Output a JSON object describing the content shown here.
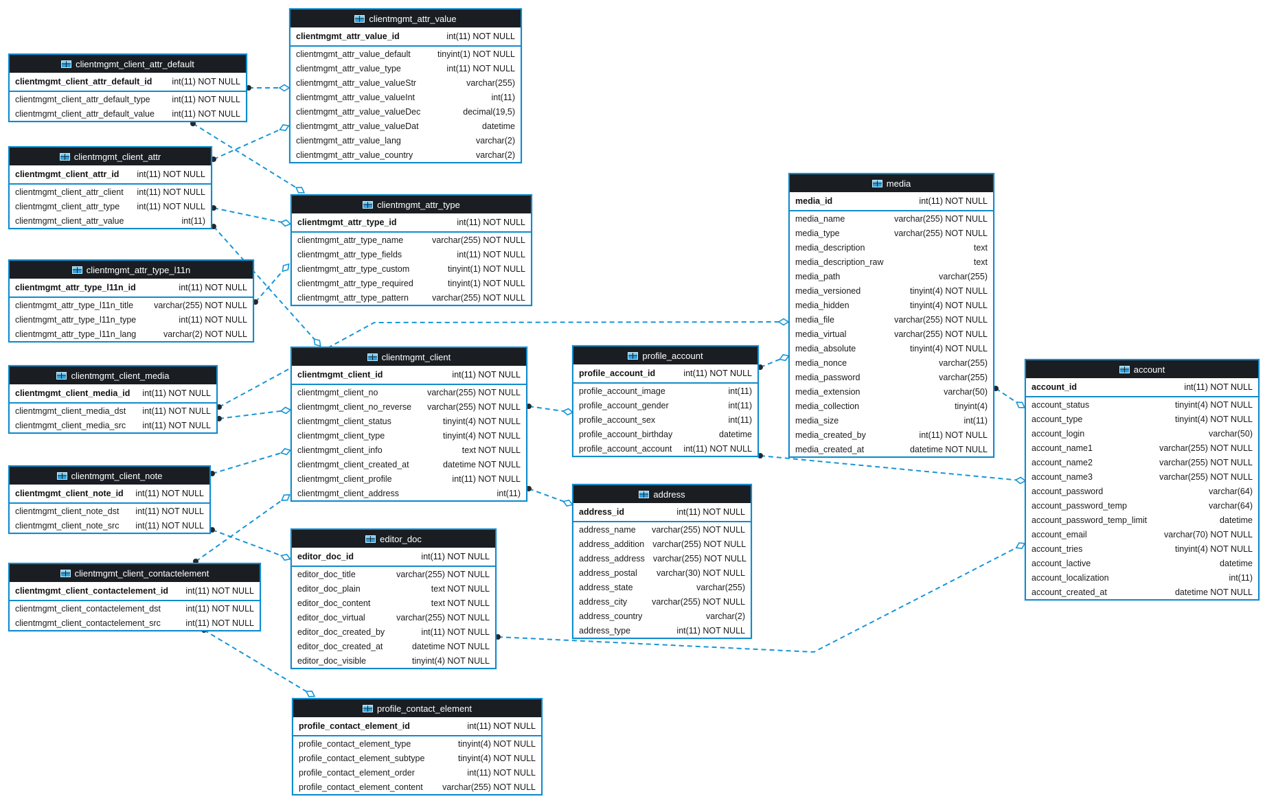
{
  "colors": {
    "accent": "#0f8bcd",
    "header_bg": "#1a1e23",
    "relation_line": "#1495d8",
    "relation_dot": "#24282c",
    "row_bg": "#ffffff"
  },
  "diagram": {
    "tables": [
      {
        "name": "clientmgmt_attr_value",
        "primary_key": {
          "name": "clientmgmt_attr_value_id",
          "type": "int(11) NOT NULL"
        },
        "columns": [
          {
            "name": "clientmgmt_attr_value_default",
            "type": "tinyint(1) NOT NULL"
          },
          {
            "name": "clientmgmt_attr_value_type",
            "type": "int(11) NOT NULL"
          },
          {
            "name": "clientmgmt_attr_value_valueStr",
            "type": "varchar(255)"
          },
          {
            "name": "clientmgmt_attr_value_valueInt",
            "type": "int(11)"
          },
          {
            "name": "clientmgmt_attr_value_valueDec",
            "type": "decimal(19,5)"
          },
          {
            "name": "clientmgmt_attr_value_valueDat",
            "type": "datetime"
          },
          {
            "name": "clientmgmt_attr_value_lang",
            "type": "varchar(2)"
          },
          {
            "name": "clientmgmt_attr_value_country",
            "type": "varchar(2)"
          }
        ]
      },
      {
        "name": "clientmgmt_client_attr_default",
        "primary_key": {
          "name": "clientmgmt_client_attr_default_id",
          "type": "int(11) NOT NULL"
        },
        "columns": [
          {
            "name": "clientmgmt_client_attr_default_type",
            "type": "int(11) NOT NULL"
          },
          {
            "name": "clientmgmt_client_attr_default_value",
            "type": "int(11) NOT NULL"
          }
        ]
      },
      {
        "name": "clientmgmt_client_attr",
        "primary_key": {
          "name": "clientmgmt_client_attr_id",
          "type": "int(11) NOT NULL"
        },
        "columns": [
          {
            "name": "clientmgmt_client_attr_client",
            "type": "int(11) NOT NULL"
          },
          {
            "name": "clientmgmt_client_attr_type",
            "type": "int(11) NOT NULL"
          },
          {
            "name": "clientmgmt_client_attr_value",
            "type": "int(11)"
          }
        ]
      },
      {
        "name": "clientmgmt_attr_type_l11n",
        "primary_key": {
          "name": "clientmgmt_attr_type_l11n_id",
          "type": "int(11) NOT NULL"
        },
        "columns": [
          {
            "name": "clientmgmt_attr_type_l11n_title",
            "type": "varchar(255) NOT NULL"
          },
          {
            "name": "clientmgmt_attr_type_l11n_type",
            "type": "int(11) NOT NULL"
          },
          {
            "name": "clientmgmt_attr_type_l11n_lang",
            "type": "varchar(2) NOT NULL"
          }
        ]
      },
      {
        "name": "clientmgmt_client_media",
        "primary_key": {
          "name": "clientmgmt_client_media_id",
          "type": "int(11) NOT NULL"
        },
        "columns": [
          {
            "name": "clientmgmt_client_media_dst",
            "type": "int(11) NOT NULL"
          },
          {
            "name": "clientmgmt_client_media_src",
            "type": "int(11) NOT NULL"
          }
        ]
      },
      {
        "name": "clientmgmt_client_note",
        "primary_key": {
          "name": "clientmgmt_client_note_id",
          "type": "int(11) NOT NULL"
        },
        "columns": [
          {
            "name": "clientmgmt_client_note_dst",
            "type": "int(11) NOT NULL"
          },
          {
            "name": "clientmgmt_client_note_src",
            "type": "int(11) NOT NULL"
          }
        ]
      },
      {
        "name": "clientmgmt_client_contactelement",
        "primary_key": {
          "name": "clientmgmt_client_contactelement_id",
          "type": "int(11) NOT NULL"
        },
        "columns": [
          {
            "name": "clientmgmt_client_contactelement_dst",
            "type": "int(11) NOT NULL"
          },
          {
            "name": "clientmgmt_client_contactelement_src",
            "type": "int(11) NOT NULL"
          }
        ]
      },
      {
        "name": "clientmgmt_attr_type",
        "primary_key": {
          "name": "clientmgmt_attr_type_id",
          "type": "int(11) NOT NULL"
        },
        "columns": [
          {
            "name": "clientmgmt_attr_type_name",
            "type": "varchar(255) NOT NULL"
          },
          {
            "name": "clientmgmt_attr_type_fields",
            "type": "int(11) NOT NULL"
          },
          {
            "name": "clientmgmt_attr_type_custom",
            "type": "tinyint(1) NOT NULL"
          },
          {
            "name": "clientmgmt_attr_type_required",
            "type": "tinyint(1) NOT NULL"
          },
          {
            "name": "clientmgmt_attr_type_pattern",
            "type": "varchar(255) NOT NULL"
          }
        ]
      },
      {
        "name": "clientmgmt_client",
        "primary_key": {
          "name": "clientmgmt_client_id",
          "type": "int(11) NOT NULL"
        },
        "columns": [
          {
            "name": "clientmgmt_client_no",
            "type": "varchar(255) NOT NULL"
          },
          {
            "name": "clientmgmt_client_no_reverse",
            "type": "varchar(255) NOT NULL"
          },
          {
            "name": "clientmgmt_client_status",
            "type": "tinyint(4) NOT NULL"
          },
          {
            "name": "clientmgmt_client_type",
            "type": "tinyint(4) NOT NULL"
          },
          {
            "name": "clientmgmt_client_info",
            "type": "text NOT NULL"
          },
          {
            "name": "clientmgmt_client_created_at",
            "type": "datetime NOT NULL"
          },
          {
            "name": "clientmgmt_client_profile",
            "type": "int(11) NOT NULL"
          },
          {
            "name": "clientmgmt_client_address",
            "type": "int(11)"
          }
        ]
      },
      {
        "name": "editor_doc",
        "primary_key": {
          "name": "editor_doc_id",
          "type": "int(11) NOT NULL"
        },
        "columns": [
          {
            "name": "editor_doc_title",
            "type": "varchar(255) NOT NULL"
          },
          {
            "name": "editor_doc_plain",
            "type": "text NOT NULL"
          },
          {
            "name": "editor_doc_content",
            "type": "text NOT NULL"
          },
          {
            "name": "editor_doc_virtual",
            "type": "varchar(255) NOT NULL"
          },
          {
            "name": "editor_doc_created_by",
            "type": "int(11) NOT NULL"
          },
          {
            "name": "editor_doc_created_at",
            "type": "datetime NOT NULL"
          },
          {
            "name": "editor_doc_visible",
            "type": "tinyint(4) NOT NULL"
          }
        ]
      },
      {
        "name": "profile_contact_element",
        "primary_key": {
          "name": "profile_contact_element_id",
          "type": "int(11) NOT NULL"
        },
        "columns": [
          {
            "name": "profile_contact_element_type",
            "type": "tinyint(4) NOT NULL"
          },
          {
            "name": "profile_contact_element_subtype",
            "type": "tinyint(4) NOT NULL"
          },
          {
            "name": "profile_contact_element_order",
            "type": "int(11) NOT NULL"
          },
          {
            "name": "profile_contact_element_content",
            "type": "varchar(255) NOT NULL"
          }
        ]
      },
      {
        "name": "profile_account",
        "primary_key": {
          "name": "profile_account_id",
          "type": "int(11) NOT NULL"
        },
        "columns": [
          {
            "name": "profile_account_image",
            "type": "int(11)"
          },
          {
            "name": "profile_account_gender",
            "type": "int(11)"
          },
          {
            "name": "profile_account_sex",
            "type": "int(11)"
          },
          {
            "name": "profile_account_birthday",
            "type": "datetime"
          },
          {
            "name": "profile_account_account",
            "type": "int(11) NOT NULL"
          }
        ]
      },
      {
        "name": "address",
        "primary_key": {
          "name": "address_id",
          "type": "int(11) NOT NULL"
        },
        "columns": [
          {
            "name": "address_name",
            "type": "varchar(255) NOT NULL"
          },
          {
            "name": "address_addition",
            "type": "varchar(255) NOT NULL"
          },
          {
            "name": "address_address",
            "type": "varchar(255) NOT NULL"
          },
          {
            "name": "address_postal",
            "type": "varchar(30) NOT NULL"
          },
          {
            "name": "address_state",
            "type": "varchar(255)"
          },
          {
            "name": "address_city",
            "type": "varchar(255) NOT NULL"
          },
          {
            "name": "address_country",
            "type": "varchar(2)"
          },
          {
            "name": "address_type",
            "type": "int(11) NOT NULL"
          }
        ]
      },
      {
        "name": "media",
        "primary_key": {
          "name": "media_id",
          "type": "int(11) NOT NULL"
        },
        "columns": [
          {
            "name": "media_name",
            "type": "varchar(255) NOT NULL"
          },
          {
            "name": "media_type",
            "type": "varchar(255) NOT NULL"
          },
          {
            "name": "media_description",
            "type": "text"
          },
          {
            "name": "media_description_raw",
            "type": "text"
          },
          {
            "name": "media_path",
            "type": "varchar(255)"
          },
          {
            "name": "media_versioned",
            "type": "tinyint(4) NOT NULL"
          },
          {
            "name": "media_hidden",
            "type": "tinyint(4) NOT NULL"
          },
          {
            "name": "media_file",
            "type": "varchar(255) NOT NULL"
          },
          {
            "name": "media_virtual",
            "type": "varchar(255) NOT NULL"
          },
          {
            "name": "media_absolute",
            "type": "tinyint(4) NOT NULL"
          },
          {
            "name": "media_nonce",
            "type": "varchar(255)"
          },
          {
            "name": "media_password",
            "type": "varchar(255)"
          },
          {
            "name": "media_extension",
            "type": "varchar(50)"
          },
          {
            "name": "media_collection",
            "type": "tinyint(4)"
          },
          {
            "name": "media_size",
            "type": "int(11)"
          },
          {
            "name": "media_created_by",
            "type": "int(11) NOT NULL"
          },
          {
            "name": "media_created_at",
            "type": "datetime NOT NULL"
          }
        ]
      },
      {
        "name": "account",
        "primary_key": {
          "name": "account_id",
          "type": "int(11) NOT NULL"
        },
        "columns": [
          {
            "name": "account_status",
            "type": "tinyint(4) NOT NULL"
          },
          {
            "name": "account_type",
            "type": "tinyint(4) NOT NULL"
          },
          {
            "name": "account_login",
            "type": "varchar(50)"
          },
          {
            "name": "account_name1",
            "type": "varchar(255) NOT NULL"
          },
          {
            "name": "account_name2",
            "type": "varchar(255) NOT NULL"
          },
          {
            "name": "account_name3",
            "type": "varchar(255) NOT NULL"
          },
          {
            "name": "account_password",
            "type": "varchar(64)"
          },
          {
            "name": "account_password_temp",
            "type": "varchar(64)"
          },
          {
            "name": "account_password_temp_limit",
            "type": "datetime"
          },
          {
            "name": "account_email",
            "type": "varchar(70) NOT NULL"
          },
          {
            "name": "account_tries",
            "type": "tinyint(4) NOT NULL"
          },
          {
            "name": "account_lactive",
            "type": "datetime"
          },
          {
            "name": "account_localization",
            "type": "int(11)"
          },
          {
            "name": "account_created_at",
            "type": "datetime NOT NULL"
          }
        ]
      }
    ],
    "relations": [
      {
        "from": "clientmgmt_client_attr_default",
        "from_column": "clientmgmt_client_attr_default_value",
        "to": "clientmgmt_attr_value"
      },
      {
        "from": "clientmgmt_client_attr_default",
        "from_column": "clientmgmt_client_attr_default_type",
        "to": "clientmgmt_attr_type"
      },
      {
        "from": "clientmgmt_client_attr",
        "from_column": "clientmgmt_client_attr_value",
        "to": "clientmgmt_attr_value"
      },
      {
        "from": "clientmgmt_client_attr",
        "from_column": "clientmgmt_client_attr_type",
        "to": "clientmgmt_attr_type"
      },
      {
        "from": "clientmgmt_client_attr",
        "from_column": "clientmgmt_client_attr_client",
        "to": "clientmgmt_client"
      },
      {
        "from": "clientmgmt_attr_type_l11n",
        "from_column": "clientmgmt_attr_type_l11n_type",
        "to": "clientmgmt_attr_type"
      },
      {
        "from": "clientmgmt_client_media",
        "from_column": "clientmgmt_client_media_dst",
        "to": "media"
      },
      {
        "from": "clientmgmt_client_media",
        "from_column": "clientmgmt_client_media_src",
        "to": "clientmgmt_client"
      },
      {
        "from": "clientmgmt_client_note",
        "from_column": "clientmgmt_client_note_dst",
        "to": "editor_doc"
      },
      {
        "from": "clientmgmt_client_note",
        "from_column": "clientmgmt_client_note_src",
        "to": "clientmgmt_client"
      },
      {
        "from": "clientmgmt_client_contactelement",
        "from_column": "clientmgmt_client_contactelement_dst",
        "to": "profile_contact_element"
      },
      {
        "from": "clientmgmt_client_contactelement",
        "from_column": "clientmgmt_client_contactelement_src",
        "to": "clientmgmt_client"
      },
      {
        "from": "clientmgmt_client",
        "from_column": "clientmgmt_client_profile",
        "to": "profile_account"
      },
      {
        "from": "clientmgmt_client",
        "from_column": "clientmgmt_client_address",
        "to": "address"
      },
      {
        "from": "profile_account",
        "from_column": "profile_account_image",
        "to": "media"
      },
      {
        "from": "profile_account",
        "from_column": "profile_account_account",
        "to": "account"
      },
      {
        "from": "media",
        "from_column": "media_created_by",
        "to": "account"
      },
      {
        "from": "editor_doc",
        "from_column": "editor_doc_created_by",
        "to": "account"
      }
    ]
  }
}
